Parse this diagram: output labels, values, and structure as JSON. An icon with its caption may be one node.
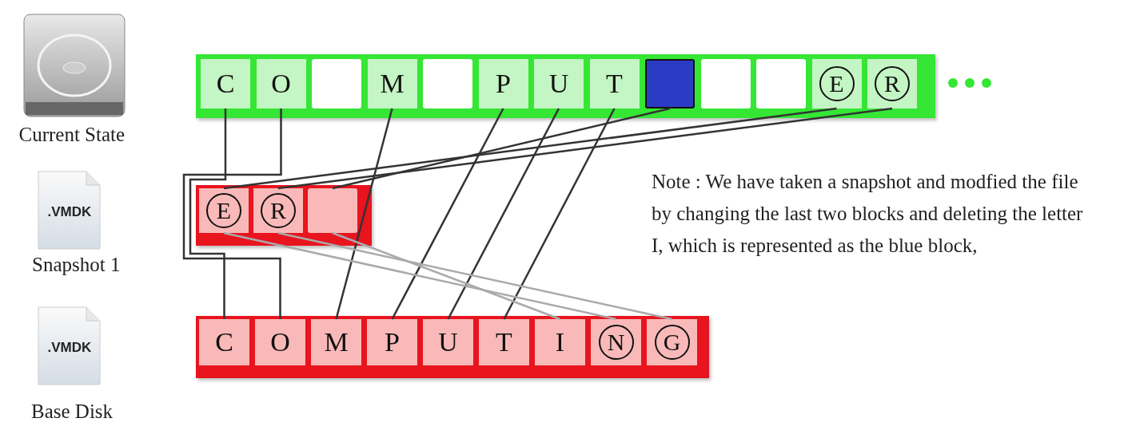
{
  "diagram": {
    "nodes": [
      {
        "text": [],
        "shape": "bar"
      },
      {
        "text": [
          "C"
        ],
        "in": 0
      },
      {
        "text": [
          "O"
        ],
        "in": 0
      },
      {
        "text": [],
        "shape": "box",
        "in": 0
      },
      {
        "text": [
          "M"
        ],
        "in": 0
      },
      {
        "text": [],
        "shape": "box",
        "in": 0
      },
      {
        "text": [
          "P"
        ],
        "in": 0
      },
      {
        "text": [
          "U"
        ],
        "in": 0
      },
      {
        "text": [
          "T"
        ],
        "in": 0
      },
      {
        "text": [],
        "shape": "box",
        "in": 0
      },
      {
        "text": [],
        "shape": "box",
        "in": 0
      },
      {
        "text": [],
        "shape": "box",
        "in": 0
      },
      {
        "text": [
          "E"
        ],
        "in": 0
      },
      {
        "text": [
          "R"
        ],
        "in": 0
      },
      {
        "text": [],
        "shape": "bar"
      },
      {
        "text": [
          "E"
        ],
        "in": 14
      },
      {
        "text": [
          "R"
        ],
        "in": 14
      },
      {
        "text": [],
        "shape": "box",
        "in": 14
      },
      {
        "text": [],
        "shape": "bar"
      },
      {
        "text": [
          "C"
        ],
        "in": 18
      },
      {
        "text": [
          "O"
        ],
        "in": 18
      },
      {
        "text": [
          "M"
        ],
        "in": 18
      },
      {
        "text": [
          "P"
        ],
        "in": 18
      },
      {
        "text": [
          "U"
        ],
        "in": 18
      },
      {
        "text": [
          "T"
        ],
        "in": 18
      },
      {
        "text": [
          "I"
        ],
        "in": 18
      },
      {
        "text": [
          "N"
        ],
        "in": 18
      },
      {
        "text": [
          "G"
        ],
        "in": 18
      }
    ],
    "edges": [
      {
        "from": 1,
        "to": 19,
        "arrow": "none"
      },
      {
        "from": 2,
        "to": 20,
        "arrow": "none"
      },
      {
        "from": 4,
        "to": 21,
        "arrow": "none"
      },
      {
        "from": 6,
        "to": 22,
        "arrow": "none"
      },
      {
        "from": 7,
        "to": 23,
        "arrow": "none"
      },
      {
        "from": 8,
        "to": 24,
        "arrow": "none"
      },
      {
        "from": 9,
        "to": 17,
        "arrow": "none"
      },
      {
        "from": 12,
        "to": 15,
        "arrow": "none"
      },
      {
        "from": 13,
        "to": 16,
        "arrow": "none"
      },
      {
        "from": 15,
        "to": 26,
        "arrow": "none",
        "color": "#aaaaaa"
      },
      {
        "from": 16,
        "to": 27,
        "arrow": "none",
        "color": "#aaaaaa"
      },
      {
        "from": 17,
        "to": 25,
        "arrow": "none",
        "color": "#aaaaaa"
      }
    ],
    "labels": [
      "Current State",
      ".VMDK",
      "Snapshot 1",
      ".VMDK",
      "Base Disk",
      "Note : We have taken a snapshot and modfied the file by changing the last two blocks and deleting the letter I, which is represented as the blue block,"
    ]
  }
}
